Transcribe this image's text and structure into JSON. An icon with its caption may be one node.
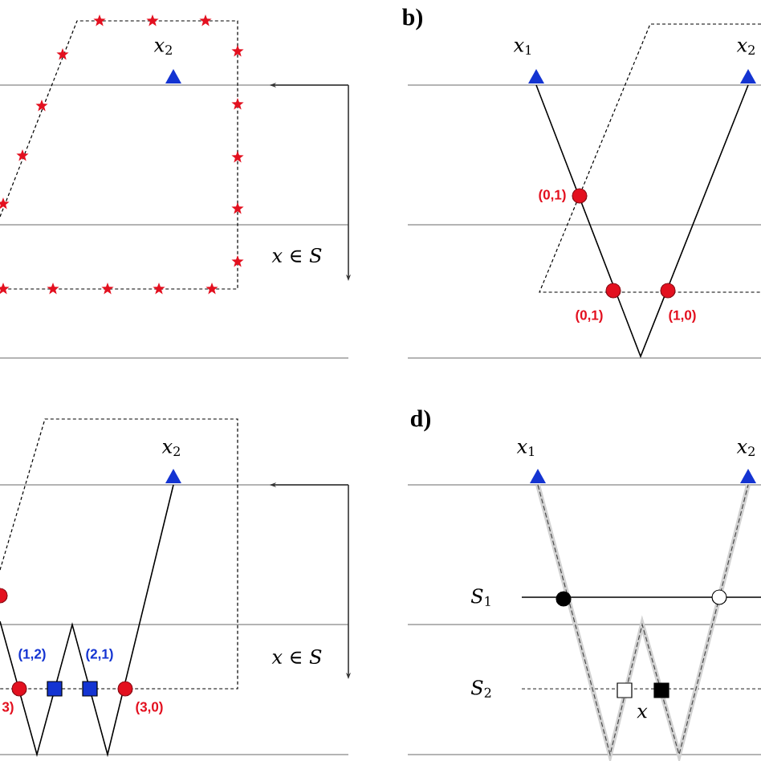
{
  "diagram": {
    "labels": [
      "*x*$_{2}$",
      "*x* ∈ *S*",
      "b)",
      "*x*$_{1}$",
      "*x*$_{2}$",
      "(0,1)",
      "(0,1)",
      "(1,0)",
      "*x*$_{2}$",
      "(1,2)",
      "(2,1)",
      "3)",
      "(3,0)",
      "*x* ∈ *S*",
      "d)",
      "*x*$_{1}$",
      "*x*$_{2}$",
      "*S*$_{1}$",
      "*S*$_{2}$",
      "x"
    ]
  }
}
